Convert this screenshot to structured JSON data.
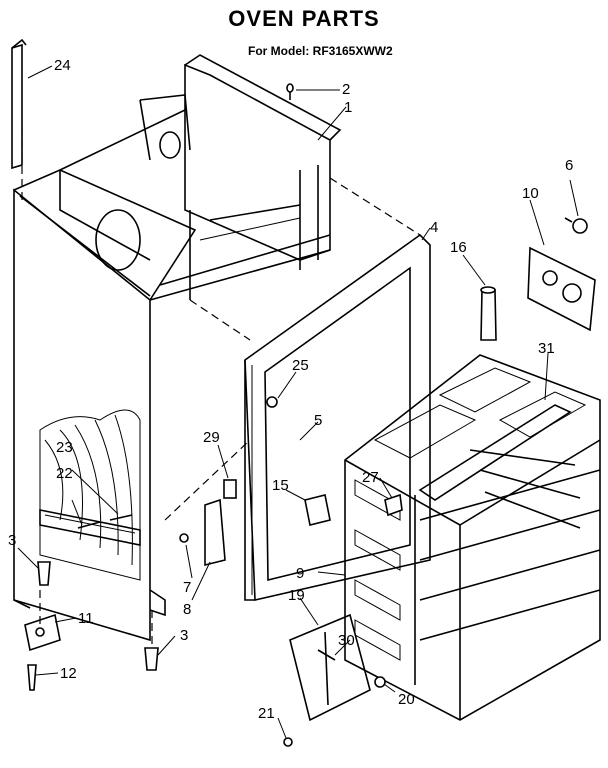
{
  "header": {
    "title": "OVEN PARTS",
    "model_line": "For Model: RF3165XWW2"
  },
  "callouts": {
    "c1": "1",
    "c2": "2",
    "c3a": "3",
    "c3b": "3",
    "c4": "4",
    "c5": "5",
    "c6": "6",
    "c7": "7",
    "c8": "8",
    "c9": "9",
    "c10": "10",
    "c11": "11",
    "c12": "12",
    "c15": "15",
    "c16": "16",
    "c19": "19",
    "c20": "20",
    "c21": "21",
    "c22": "22",
    "c23": "23",
    "c24": "24",
    "c25": "25",
    "c27": "27",
    "c29": "29",
    "c30": "30",
    "c31": "31"
  },
  "colors": {
    "ink": "#000000",
    "paper": "#ffffff"
  }
}
